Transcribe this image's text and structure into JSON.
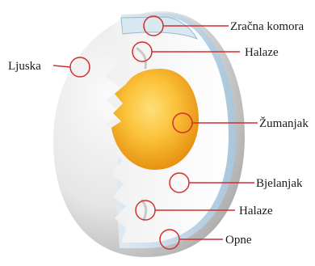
{
  "diagram": {
    "labels": {
      "air_cell": "Zračna komora",
      "chalaza_top": "Halaze",
      "shell": "Ljuska",
      "yolk": "Žumanjak",
      "albumen": "Bjelanjak",
      "chalaza_bottom": "Halaze",
      "membranes": "Opne"
    },
    "colors": {
      "pointer_line": "#d32f2f",
      "yolk_center": "#fbd24c",
      "yolk_edge": "#e48a0c",
      "shell_light": "#f4f4f4",
      "shell_shadow": "#a8a8a8",
      "membrane": "#b8d3e6"
    }
  }
}
